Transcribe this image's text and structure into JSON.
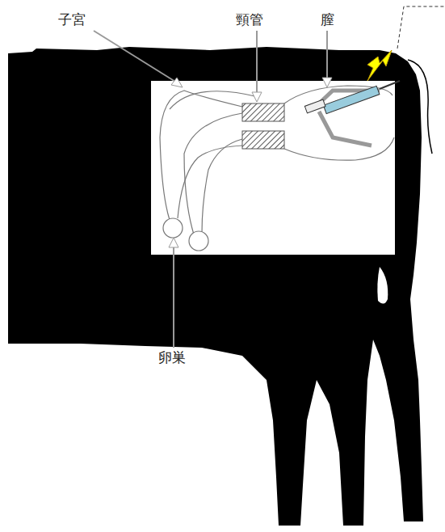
{
  "diagram": {
    "labels": [
      "子宮",
      "頸管",
      "膣",
      "卵巣"
    ]
  }
}
